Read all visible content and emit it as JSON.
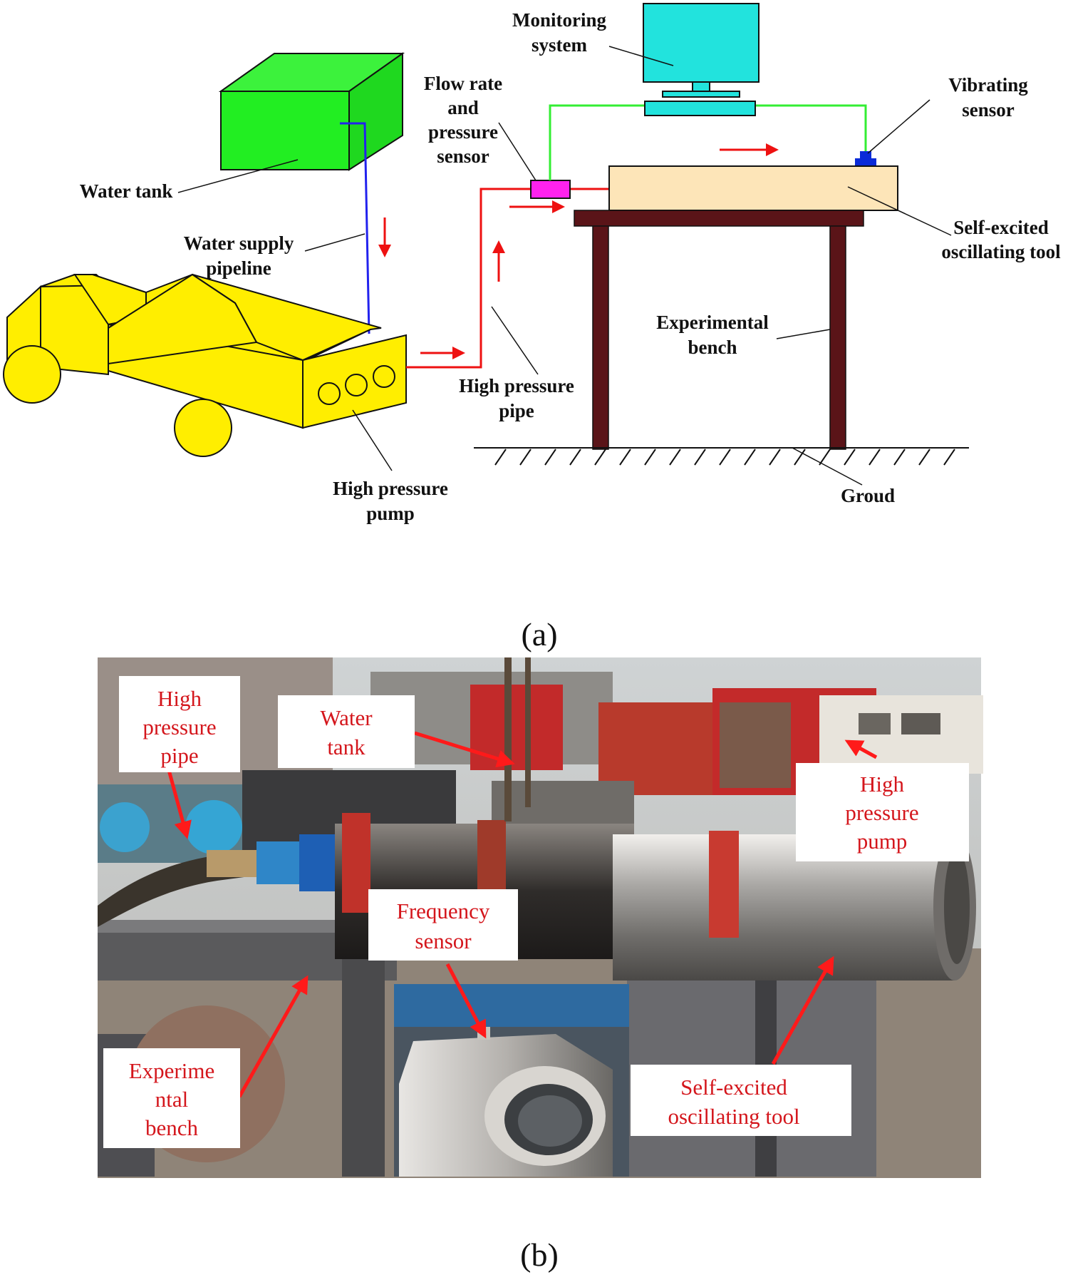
{
  "diagram": {
    "labels": {
      "monitoring_1": "Monitoring",
      "monitoring_2": "system",
      "flow_1": "Flow rate",
      "flow_2": "and",
      "flow_3": "pressure",
      "flow_4": "sensor",
      "vibrating_1": "Vibrating",
      "vibrating_2": "sensor",
      "water_tank": "Water tank",
      "supply_1": "Water supply",
      "supply_2": "pipeline",
      "tool_1": "Self-excited",
      "tool_2": "oscillating tool",
      "bench_1": "Experimental",
      "bench_2": "bench",
      "pipe_1": "High pressure",
      "pipe_2": "pipe",
      "pump_1": "High pressure",
      "pump_2": "pump",
      "ground": "Groud"
    },
    "caption": "(a)"
  },
  "photo": {
    "labels": {
      "pipe_1": "High",
      "pipe_2": "pressure",
      "pipe_3": "pipe",
      "tank_1": "Water",
      "tank_2": "tank",
      "pump_1": "High",
      "pump_2": "pressure",
      "pump_3": "pump",
      "freq_1": "Frequency",
      "freq_2": "sensor",
      "bench_1": "Experime",
      "bench_2": "ntal",
      "bench_3": "bench",
      "tool_1": "Self-excited",
      "tool_2": "oscillating  tool"
    },
    "caption": "(b)"
  },
  "colors": {
    "water_tank": "#22ee22",
    "pump": "#ffee00",
    "monitor": "#22e3dd",
    "tool": "#fde5b8",
    "bench": "#5a1418",
    "flow_sensor": "#ff22ee",
    "vibrating_sensor": "#0b2bd8",
    "signal_line": "#33ee33",
    "supply_line": "#2222ee",
    "arrow": "#ee1111",
    "photo_label": "#d4161c"
  }
}
